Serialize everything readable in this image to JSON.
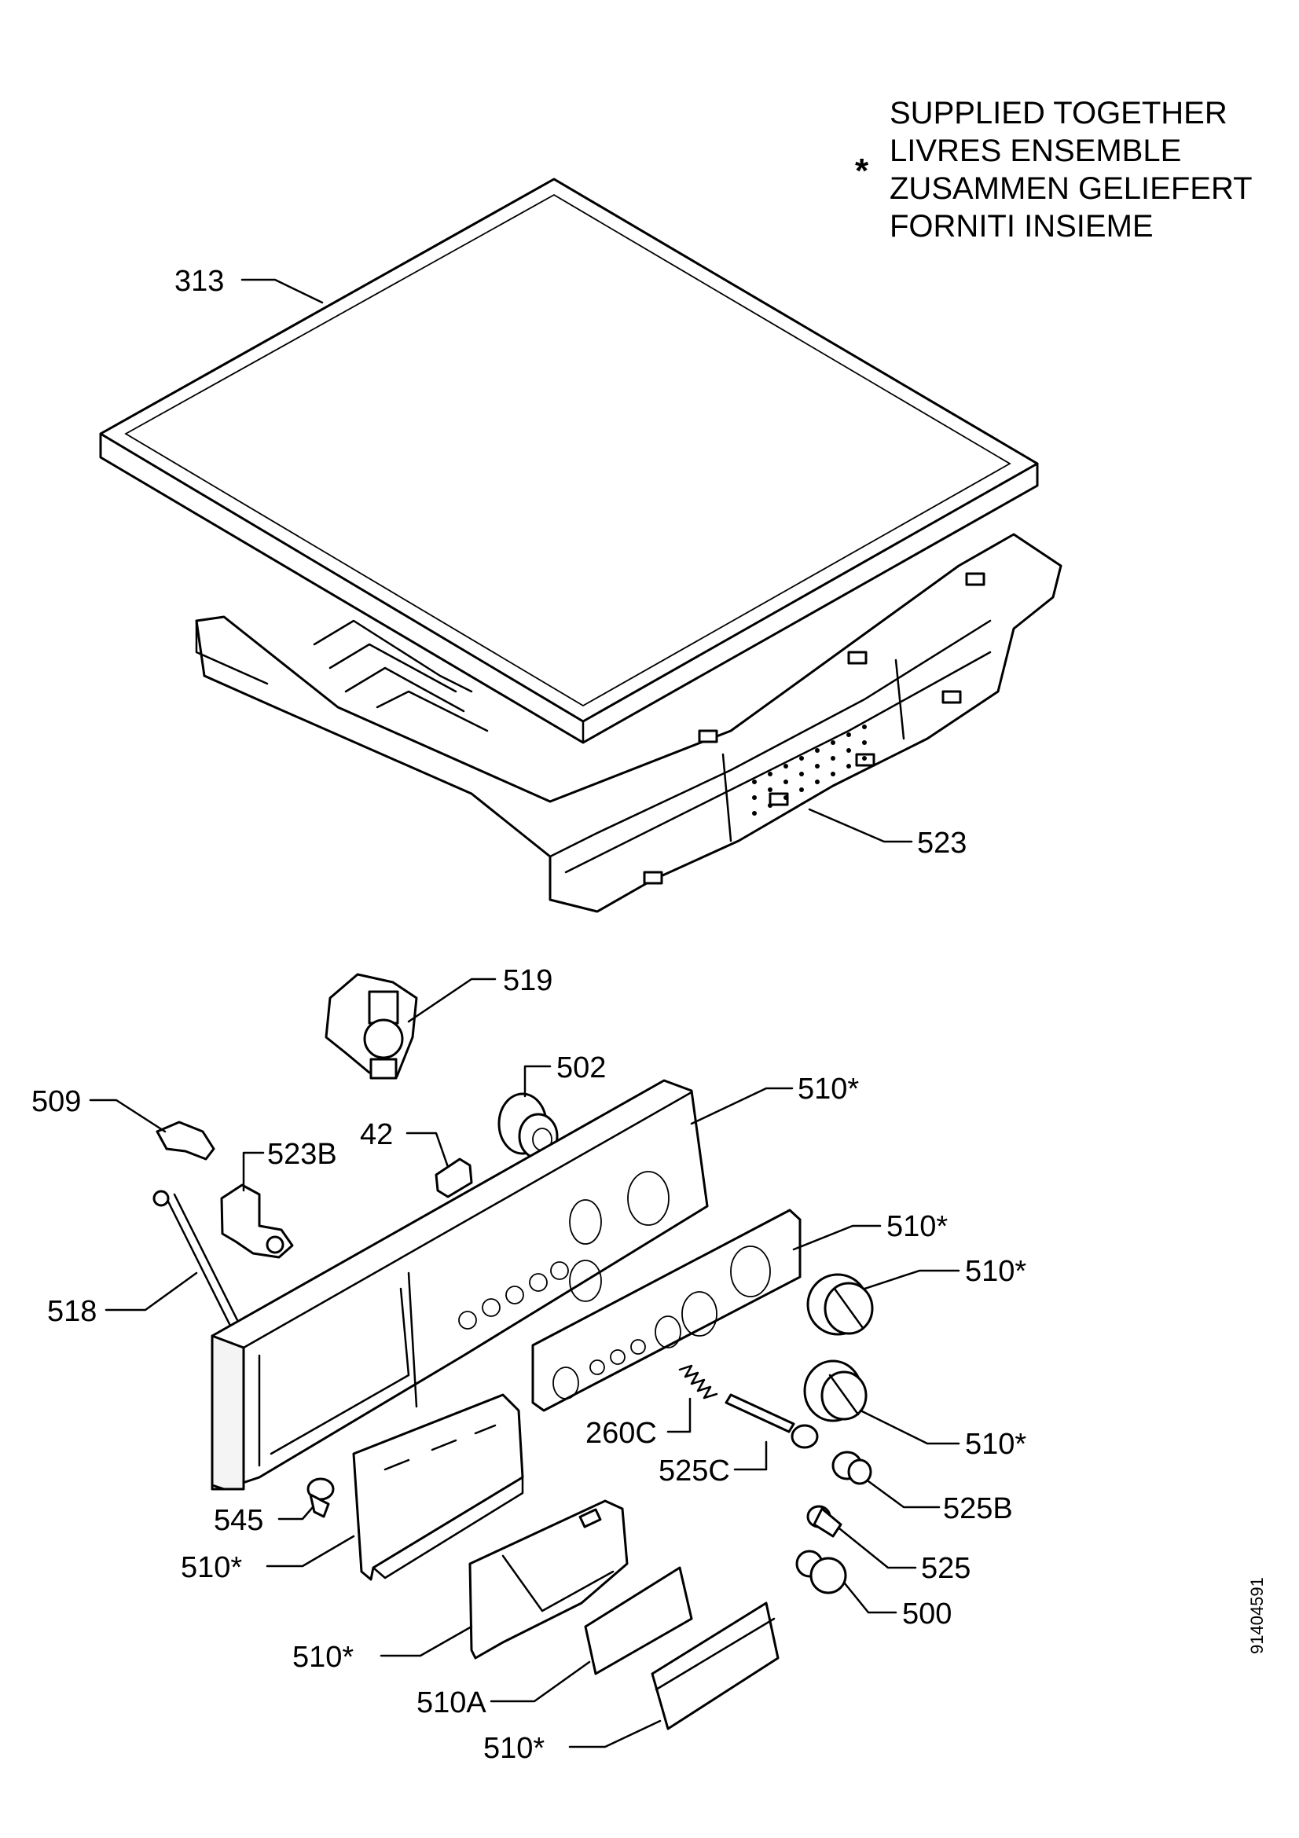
{
  "legend": {
    "asterisk": "*",
    "lines": [
      "SUPPLIED TOGETHER",
      "LIVRES ENSEMBLE",
      "ZUSAMMEN GELIEFERT",
      "FORNITI INSIEME"
    ]
  },
  "labels": {
    "lid": "313",
    "tray": "523",
    "knob_body_519": "519",
    "lamp_502": "502",
    "clip_509": "509",
    "switch_42": "42",
    "holder_523b": "523B",
    "panel_510_top": "510*",
    "rod_518": "518",
    "facia_510": "510*",
    "knob_upper": "510*",
    "knob_lower": "510*",
    "spring_260c": "260C",
    "shaft_525c": "525C",
    "bush_525b": "525B",
    "screw_545": "545",
    "drawer_front_510": "510*",
    "pin_525": "525",
    "drawer_handle_510": "510*",
    "cap_500": "500",
    "insert_510a": "510A",
    "flap_510": "510*"
  },
  "drawing_code": "91404591"
}
